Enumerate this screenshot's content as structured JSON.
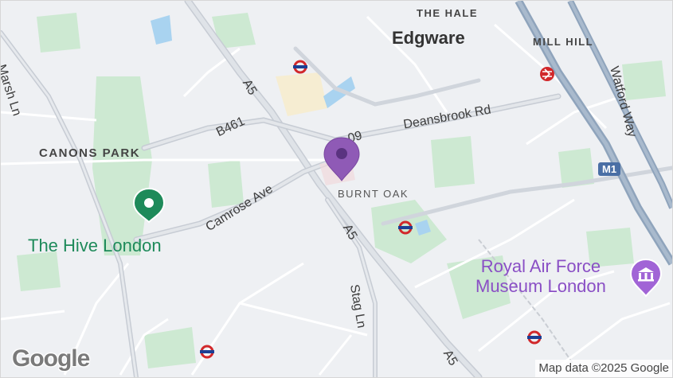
{
  "map": {
    "areas": {
      "edgware": "Edgware",
      "the_hale": "THE HALE",
      "mill_hill": "MILL HILL",
      "canons_park": "CANONS PARK",
      "burnt_oak": "BURNT OAK"
    },
    "roads": {
      "marsh_ln": "Marsh Ln",
      "a5_north": "A5",
      "a5_mid": "A5",
      "a5_south": "A5",
      "b461": "B461",
      "a409": "09",
      "deansbrook_rd": "Deansbrook Rd",
      "camrose_ave": "Camrose Ave",
      "watford_way": "Watford Way",
      "m1": "M1",
      "stag_ln": "Stag Ln"
    },
    "pois": {
      "hive": "The Hive London",
      "raf_line1": "Royal Air Force",
      "raf_line2": "Museum London"
    },
    "colors": {
      "marker": "#8f5ab6",
      "green_poi": "#1e8a5a",
      "purple_poi": "#8a4fc5",
      "motorway": "#8fa4bc",
      "park": "#cde9d2",
      "water": "#a9d3f0",
      "underground": "#d1282b"
    },
    "icons": {
      "selected_pin": "map-pin-icon",
      "hive_pin": "green-pin-icon",
      "museum": "museum-icon",
      "tube": "underground-icon",
      "rail": "national-rail-icon"
    },
    "logo": "Google",
    "copyright": "Map data ©2025 Google"
  }
}
